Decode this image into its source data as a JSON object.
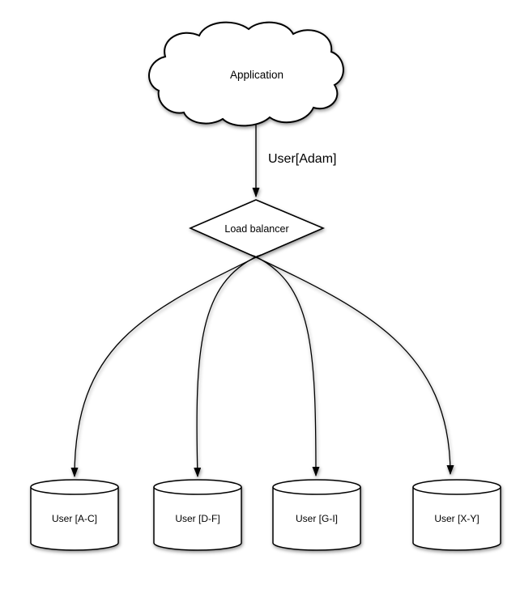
{
  "diagram": {
    "application": {
      "label": "Application"
    },
    "request_edge": {
      "label": "User[Adam]"
    },
    "load_balancer": {
      "label": "Load balancer"
    },
    "shards": [
      {
        "label": "User [A-C]"
      },
      {
        "label": "User [D-F]"
      },
      {
        "label": "User [G-I]"
      },
      {
        "label": "User [X-Y]"
      }
    ],
    "colors": {
      "stroke": "#000000",
      "fill": "#ffffff",
      "background": "#ffffff",
      "shadow": "rgba(0,0,0,0.42)"
    }
  }
}
